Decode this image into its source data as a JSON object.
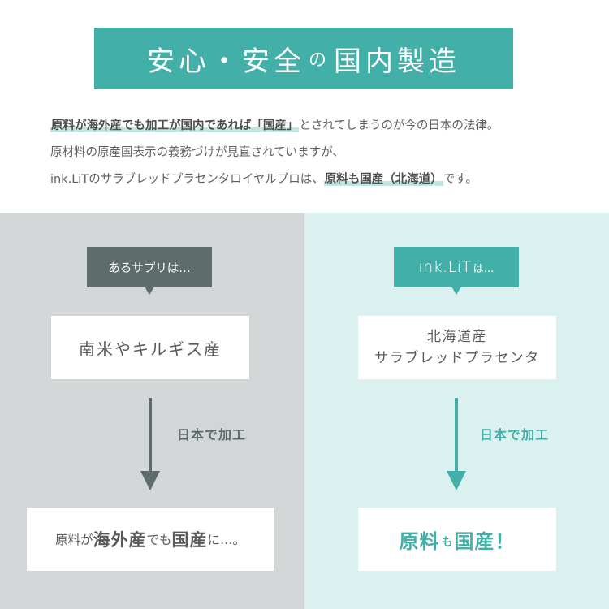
{
  "title": {
    "part1": "安心・安全",
    "particle": "の",
    "part2": "国内製造"
  },
  "intro": {
    "line1_highlight": "原料が海外産でも加工が国内であれば「国産」",
    "line1_rest": "とされてしまうのが今の日本の法律。",
    "line2": "原材料の原産国表示の義務づけが見直されていますが、",
    "line3_pre": "ink.LiTのサラブレッドプラセンタロイヤルプロは、",
    "line3_highlight": "原料も国産（北海道）",
    "line3_post": "です。"
  },
  "left": {
    "bubble": "あるサプリは…",
    "source": "南米やキルギス産",
    "process": "日本で加工",
    "result": {
      "t1": "原料が",
      "t2": "海外産",
      "t3": "でも",
      "t4": "国産",
      "t5": "に…。"
    }
  },
  "right": {
    "bubble_brand": "ink.LiT",
    "bubble_suffix": "は…",
    "source_line1": "北海道産",
    "source_line2": "サラブレッドプラセンタ",
    "process": "日本で加工",
    "result": {
      "t1": "原料",
      "t2": "も",
      "t3": "国産！"
    }
  },
  "colors": {
    "teal": "#42b0a8",
    "dark_gray": "#5f6c6c",
    "left_bg": "#d3d6d7",
    "right_bg": "#dbf1ef",
    "highlight": "#bfe6e2"
  }
}
